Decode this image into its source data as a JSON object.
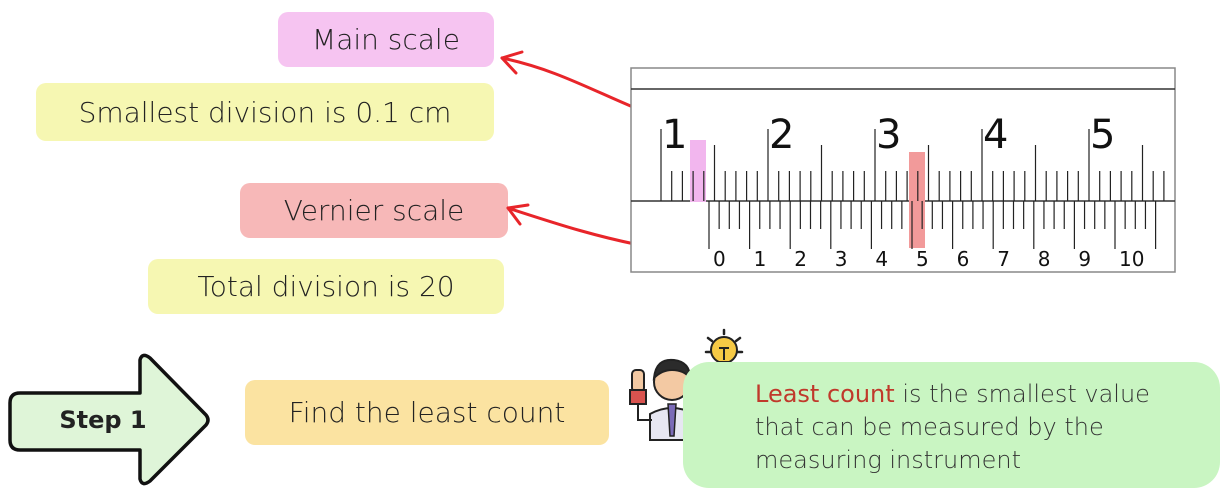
{
  "labels": {
    "main_scale": "Main scale",
    "smallest_division": "Smallest division is 0.1 cm",
    "vernier_scale": "Vernier scale",
    "total_division": "Total division is 20",
    "step": "Step 1",
    "find_least_count": "Find the least count"
  },
  "definition": {
    "term": "Least count",
    "text": " is the smallest value that can be measured by the measuring instrument"
  },
  "main_scale_numbers": [
    "1",
    "2",
    "3",
    "4",
    "5"
  ],
  "vernier_numbers": [
    "0",
    "1",
    "2",
    "3",
    "4",
    "5",
    "6",
    "7",
    "8",
    "9",
    "10"
  ],
  "colors": {
    "main_label": "#f6c4f1",
    "vernier_label": "#f7b8b8",
    "info_yellow": "#f6f7b2",
    "step_orange": "#fbe3a1",
    "definition_green": "#c9f5c2",
    "arrow_red": "#e8252a",
    "highlight_pink": "#f2b6ee",
    "highlight_red": "#f29a9a"
  },
  "icons": [
    "arrow-right-icon",
    "teacher-idea-icon",
    "lightbulb-icon"
  ]
}
